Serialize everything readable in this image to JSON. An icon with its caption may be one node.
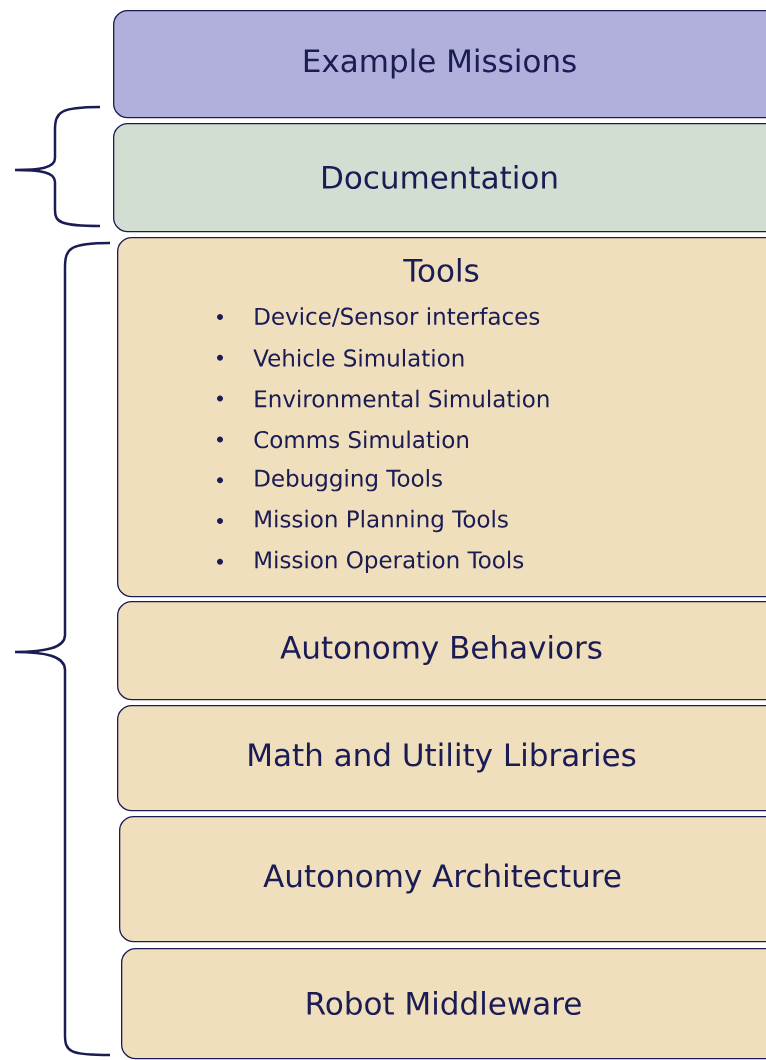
{
  "diagram": {
    "nodes": [
      {
        "text": [
          "Example Missions"
        ]
      },
      {
        "text": [
          "Documentation"
        ]
      },
      {
        "text": [
          "Tools",
          "Device/Sensor interfaces",
          "Vehicle Simulation",
          "Environmental Simulation",
          "Comms Simulation",
          "Debugging Tools",
          "Mission Planning Tools",
          "Mission Operation Tools"
        ]
      },
      {
        "text": [
          "Autonomy Behaviors"
        ]
      },
      {
        "text": [
          "Math and Utility Libraries"
        ]
      },
      {
        "text": [
          "Autonomy Architecture"
        ]
      },
      {
        "text": [
          "Robot Middleware"
        ]
      }
    ]
  }
}
